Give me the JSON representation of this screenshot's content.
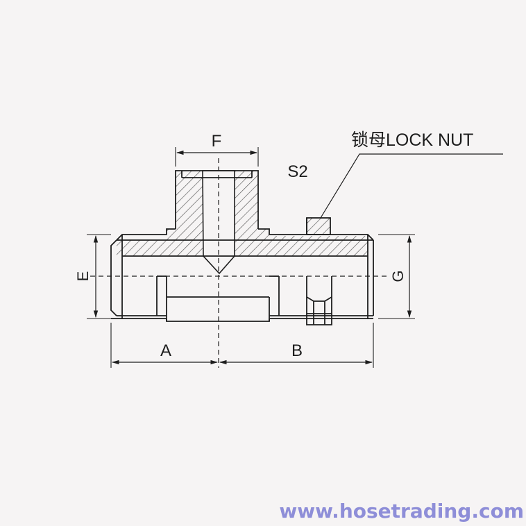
{
  "diagram": {
    "labels": {
      "top_dimension": "F",
      "port_size": "S2",
      "callout": "锁母LOCK NUT",
      "left_height": "E",
      "right_height": "G",
      "left_length": "A",
      "right_length": "B"
    }
  },
  "watermark": {
    "text": "www.hosetrading.com",
    "color": "#8e8ed8"
  },
  "colors": {
    "line": "#1d1d1d",
    "hatch": "#555555",
    "background": "#f6f4f4"
  }
}
